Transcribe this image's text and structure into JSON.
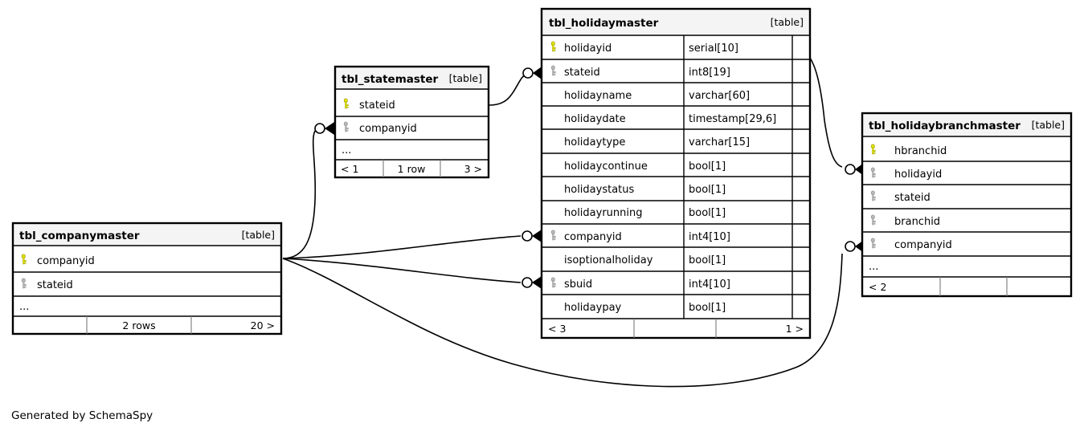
{
  "diagram": {
    "kind": "er-diagram",
    "generator_note": "Generated by SchemaSpy",
    "table_tag": "[table]",
    "ellipsis": "...",
    "pk_color": "#e8e800",
    "fk_color": "#b3b3b3",
    "header_bg": "#f4f4f4",
    "line_color": "#000000"
  },
  "tables": {
    "companymaster": {
      "title": "tbl_companymaster",
      "tag": "[table]",
      "columns": [
        {
          "name": "companyid",
          "type": "",
          "key": "pk"
        },
        {
          "name": "stateid",
          "type": "",
          "key": "fk"
        }
      ],
      "has_ellipsis": true,
      "footer": {
        "left": "",
        "center": "2 rows",
        "right": "20 >"
      }
    },
    "statemaster": {
      "title": "tbl_statemaster",
      "tag": "[table]",
      "columns": [
        {
          "name": "stateid",
          "type": "",
          "key": "pk"
        },
        {
          "name": "companyid",
          "type": "",
          "key": "fk"
        }
      ],
      "has_ellipsis": true,
      "footer": {
        "left": "< 1",
        "center": "1 row",
        "right": "3 >"
      }
    },
    "holidaymaster": {
      "title": "tbl_holidaymaster",
      "tag": "[table]",
      "columns": [
        {
          "name": "holidayid",
          "type": "serial[10]",
          "key": "pk"
        },
        {
          "name": "stateid",
          "type": "int8[19]",
          "key": "fk"
        },
        {
          "name": "holidayname",
          "type": "varchar[60]",
          "key": ""
        },
        {
          "name": "holidaydate",
          "type": "timestamp[29,6]",
          "key": ""
        },
        {
          "name": "holidaytype",
          "type": "varchar[15]",
          "key": ""
        },
        {
          "name": "holidaycontinue",
          "type": "bool[1]",
          "key": ""
        },
        {
          "name": "holidaystatus",
          "type": "bool[1]",
          "key": ""
        },
        {
          "name": "holidayrunning",
          "type": "bool[1]",
          "key": ""
        },
        {
          "name": "companyid",
          "type": "int4[10]",
          "key": "fk"
        },
        {
          "name": "isoptionalholiday",
          "type": "bool[1]",
          "key": ""
        },
        {
          "name": "sbuid",
          "type": "int4[10]",
          "key": "fk"
        },
        {
          "name": "holidaypay",
          "type": "bool[1]",
          "key": ""
        }
      ],
      "has_ellipsis": false,
      "footer": {
        "left": "< 3",
        "center": "",
        "right": "1 >"
      }
    },
    "holidaybranchmaster": {
      "title": "tbl_holidaybranchmaster",
      "tag": "[table]",
      "columns": [
        {
          "name": "hbranchid",
          "type": "",
          "key": "pk"
        },
        {
          "name": "holidayid",
          "type": "",
          "key": "fk"
        },
        {
          "name": "stateid",
          "type": "",
          "key": "fk"
        },
        {
          "name": "branchid",
          "type": "",
          "key": "fk"
        },
        {
          "name": "companyid",
          "type": "",
          "key": "fk"
        }
      ],
      "has_ellipsis": true,
      "footer": {
        "left": "< 2",
        "center": "",
        "right": ""
      }
    }
  },
  "relationships": [
    {
      "from": "statemaster.stateid",
      "to": "holidaymaster.stateid"
    },
    {
      "from": "companymaster.companyid",
      "to": "statemaster.companyid"
    },
    {
      "from": "companymaster.companyid",
      "to": "holidaymaster.companyid"
    },
    {
      "from": "companymaster.companyid",
      "to": "holidaymaster.sbuid"
    },
    {
      "from": "companymaster.companyid",
      "to": "holidaybranchmaster.companyid"
    },
    {
      "from": "holidaymaster.holidayid",
      "to": "holidaybranchmaster.holidayid"
    }
  ],
  "footer_credit": "Generated by SchemaSpy"
}
